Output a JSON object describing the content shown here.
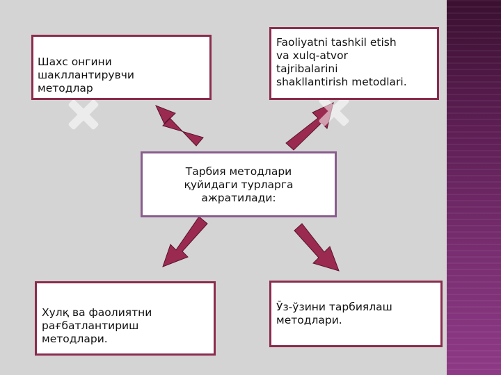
{
  "diagram": {
    "center": [
      "Тарбия методлари",
      "қуйидаги турларга",
      "ажратилади:"
    ],
    "top_left": [
      "Шахс онгини",
      "шакллантирувчи",
      "методлар"
    ],
    "top_right": [
      "Faoliyatni tashkil etish",
      "va xulq-atvor",
      "tajribalarini",
      "shakllantirish  metodlari."
    ],
    "bottom_left": [
      "Хулқ ва фаолиятни",
      "рағбатлантириш",
      "методлари."
    ],
    "bottom_right": [
      "Ўз-ўзини тарбиялаш",
      "методлари."
    ]
  },
  "colors": {
    "background": "#d4d4d4",
    "box_border": "#8b2c4e",
    "center_border": "#8a5c8e",
    "arrow_fill": "#9b2a50",
    "side_band": "#6a2a63",
    "watermark": "#ffffff"
  }
}
